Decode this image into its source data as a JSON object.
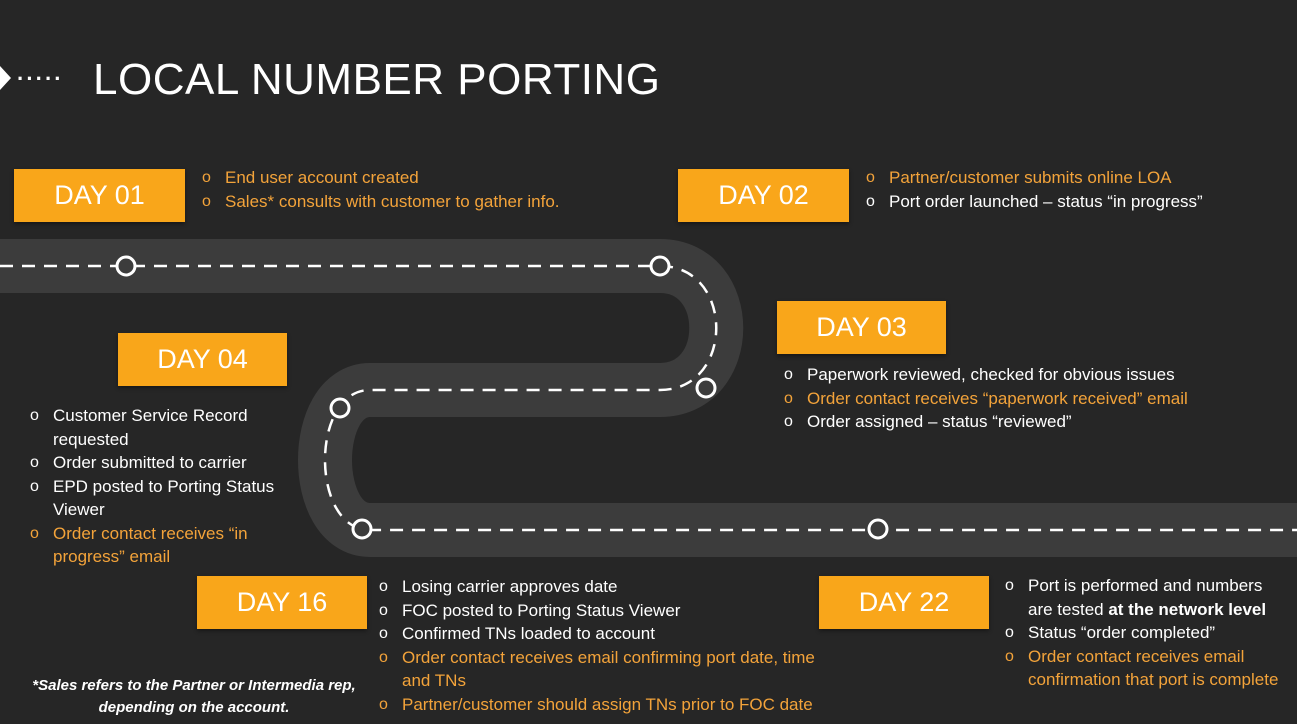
{
  "title": "LOCAL NUMBER PORTING",
  "days": [
    {
      "label": "DAY 01",
      "items": [
        {
          "text": "End user account created",
          "color": "orange"
        },
        {
          "text": "Sales* consults with customer to gather info.",
          "color": "orange"
        }
      ]
    },
    {
      "label": "DAY 02",
      "items": [
        {
          "text": "Partner/customer submits online LOA",
          "color": "orange"
        },
        {
          "text": "Port order launched – status “in progress”",
          "color": "white"
        }
      ]
    },
    {
      "label": "DAY 03",
      "items": [
        {
          "text": "Paperwork reviewed, checked for obvious issues",
          "color": "white"
        },
        {
          "text": "Order contact receives “paperwork received” email",
          "color": "orange"
        },
        {
          "text": "Order assigned – status “reviewed”",
          "color": "white"
        }
      ]
    },
    {
      "label": "DAY 04",
      "items": [
        {
          "text": "Customer Service Record requested",
          "color": "white"
        },
        {
          "text": "Order submitted to carrier",
          "color": "white"
        },
        {
          "text": "EPD posted to Porting Status Viewer",
          "color": "white"
        },
        {
          "text": "Order contact receives “in progress” email",
          "color": "orange"
        }
      ]
    },
    {
      "label": "DAY 16",
      "items": [
        {
          "text": "Losing carrier approves date",
          "color": "white"
        },
        {
          "text": "FOC posted to Porting Status Viewer",
          "color": "white"
        },
        {
          "text": "Confirmed TNs loaded to account",
          "color": "white"
        },
        {
          "text": "Order contact receives email confirming port date, time and TNs",
          "color": "orange"
        },
        {
          "text": "Partner/customer should assign TNs prior to FOC date",
          "color": "orange"
        }
      ]
    },
    {
      "label": "DAY 22",
      "items": [
        {
          "text": "Port is performed and numbers are tested ",
          "bold": "at the network level",
          "color": "white"
        },
        {
          "text": "Status “order completed”",
          "color": "white"
        },
        {
          "text": "Order contact receives email confirmation that port is complete",
          "color": "orange"
        }
      ]
    }
  ],
  "footnote_line1": "*Sales refers to the Partner or Intermedia rep,",
  "footnote_line2": "depending on the account.",
  "colors": {
    "accent": "#f9a61a",
    "orange_text": "#f3a33a",
    "background": "#262626",
    "road": "#3c3c3c"
  }
}
